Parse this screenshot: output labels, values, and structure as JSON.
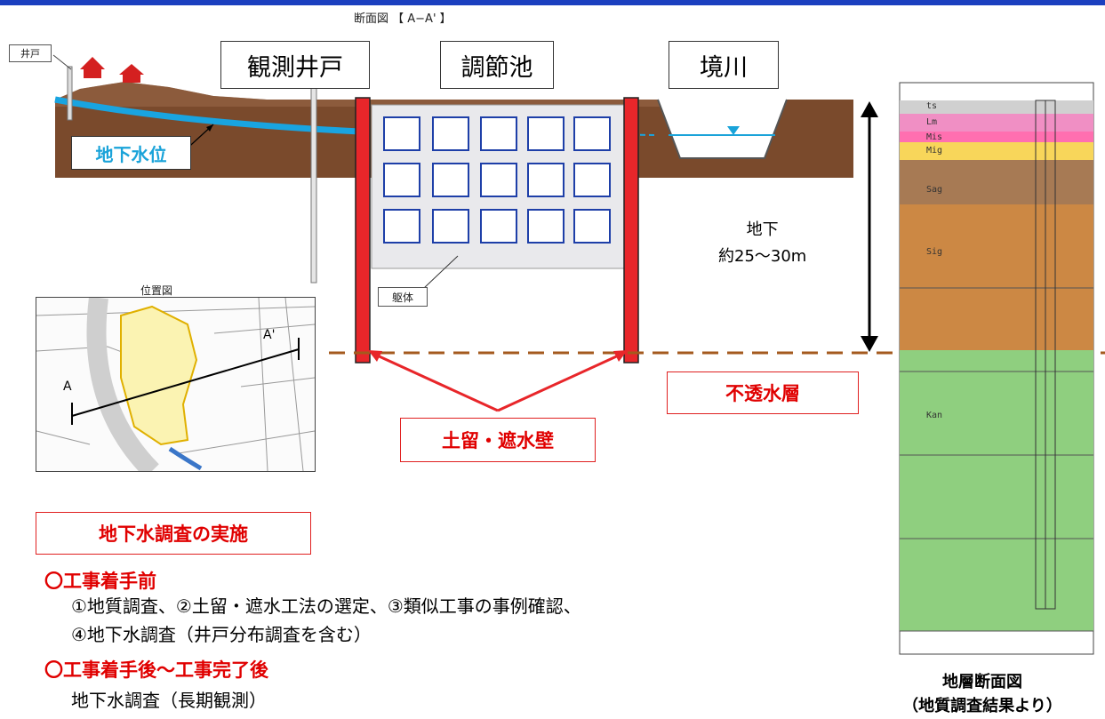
{
  "section_title": "断面図 【 A−A' 】",
  "labels": {
    "well": "井戸",
    "observation_well": "観測井戸",
    "retention_pond": "調節池",
    "river": "境川",
    "groundwater_level": "地下水位",
    "structure": "躯体",
    "depth_line1": "地下",
    "depth_line2": "約25～30m",
    "impermeable_layer": "不透水層",
    "retaining_wall": "土留・遮水壁"
  },
  "location_map": {
    "title": "位置図",
    "point_a": "A",
    "point_a_prime": "A'"
  },
  "survey": {
    "heading": "地下水調査の実施",
    "before_heading": "〇工事着手前",
    "before_line1": "①地質調査、②土留・遮水工法の選定、③類似工事の事例確認、",
    "before_line2": "④地下水調査（井戸分布調査を含む）",
    "after_heading": "〇工事着手後～工事完了後",
    "after_line1": "地下水調査（長期観測）"
  },
  "strata": {
    "caption_line1": "地層断面図",
    "caption_line2": "（地質調査結果より）",
    "layers": [
      "ts",
      "Lm",
      "Mis",
      "Mig",
      "Sag",
      "Sig",
      "Kan"
    ]
  },
  "colors": {
    "header_bar": "#1b3fbf",
    "accent_red": "#e00000",
    "groundwater_blue": "#1aa3d9",
    "soil_brown": "#8a5a3a"
  }
}
